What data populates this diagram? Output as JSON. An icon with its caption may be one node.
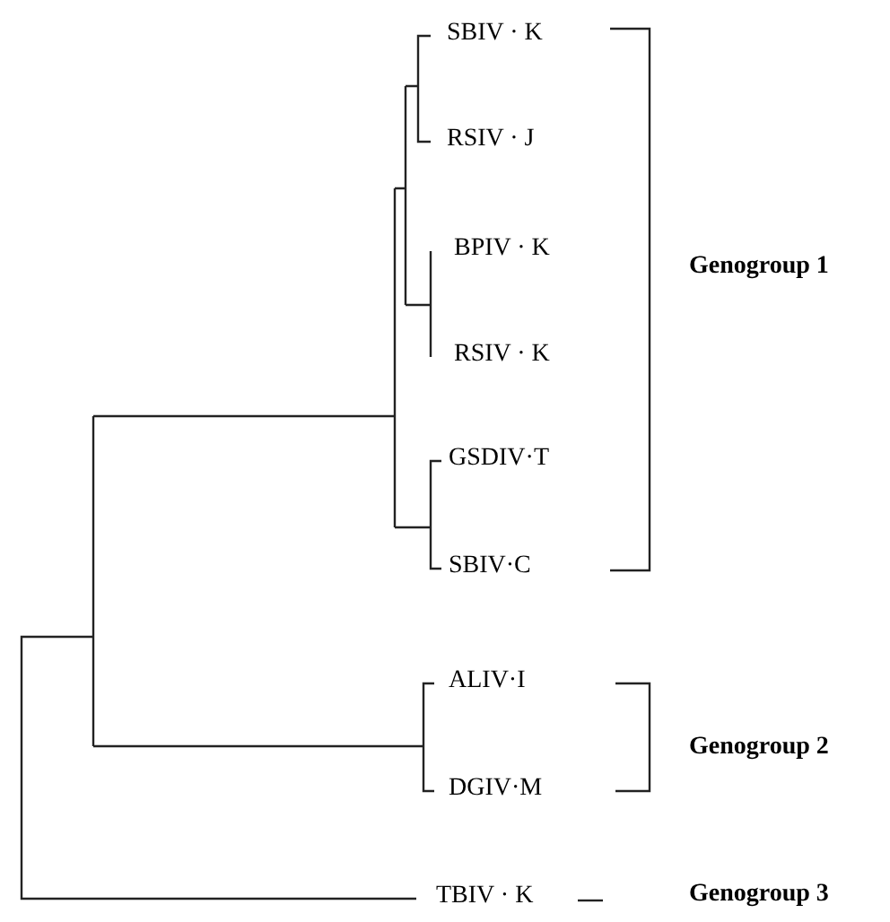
{
  "diagram": {
    "labels": [
      "SBIV · K",
      "RSIV · J",
      "BPIV · K",
      "Genogroup 1",
      "RSIV · K",
      "GSDIV·T",
      "SBIV·C",
      "ALIV·I",
      "Genogroup 2",
      "DGIV·M",
      "TBIV · K",
      "Genogroup 3"
    ]
  }
}
